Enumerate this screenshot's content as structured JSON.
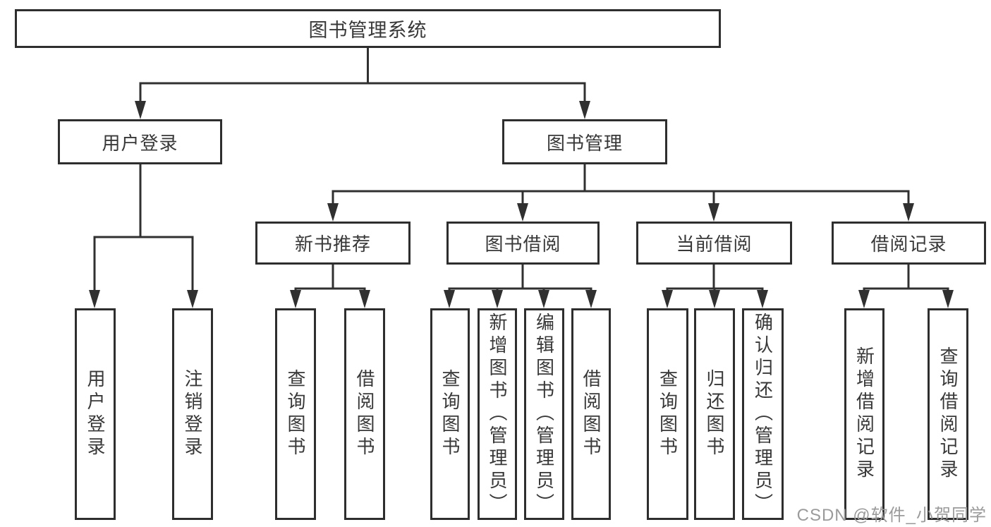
{
  "diagram": {
    "title": "图书管理系统",
    "tree": {
      "root": "图书管理系统",
      "children": [
        {
          "label": "用户登录",
          "children": [
            {
              "label": "用户登录"
            },
            {
              "label": "注销登录"
            }
          ]
        },
        {
          "label": "图书管理",
          "children": [
            {
              "label": "新书推荐",
              "children": [
                {
                  "label": "查询图书"
                },
                {
                  "label": "借阅图书"
                }
              ]
            },
            {
              "label": "图书借阅",
              "children": [
                {
                  "label": "查询图书"
                },
                {
                  "label": "新增图书（管理员）"
                },
                {
                  "label": "编辑图书（管理员）"
                },
                {
                  "label": "借阅图书"
                }
              ]
            },
            {
              "label": "当前借阅",
              "children": [
                {
                  "label": "查询图书"
                },
                {
                  "label": "归还图书"
                },
                {
                  "label": "确认归还（管理员）"
                }
              ]
            },
            {
              "label": "借阅记录",
              "children": [
                {
                  "label": "新增借阅记录"
                },
                {
                  "label": "查询借阅记录"
                }
              ]
            }
          ]
        }
      ]
    },
    "colors": {
      "line": "#303030",
      "box_border": "#2e2e2e",
      "text": "#383838",
      "watermark": "#9b9b9b",
      "background": "#ffffff"
    }
  },
  "watermark": {
    "text": "CSDN @软件_小贺同学"
  }
}
